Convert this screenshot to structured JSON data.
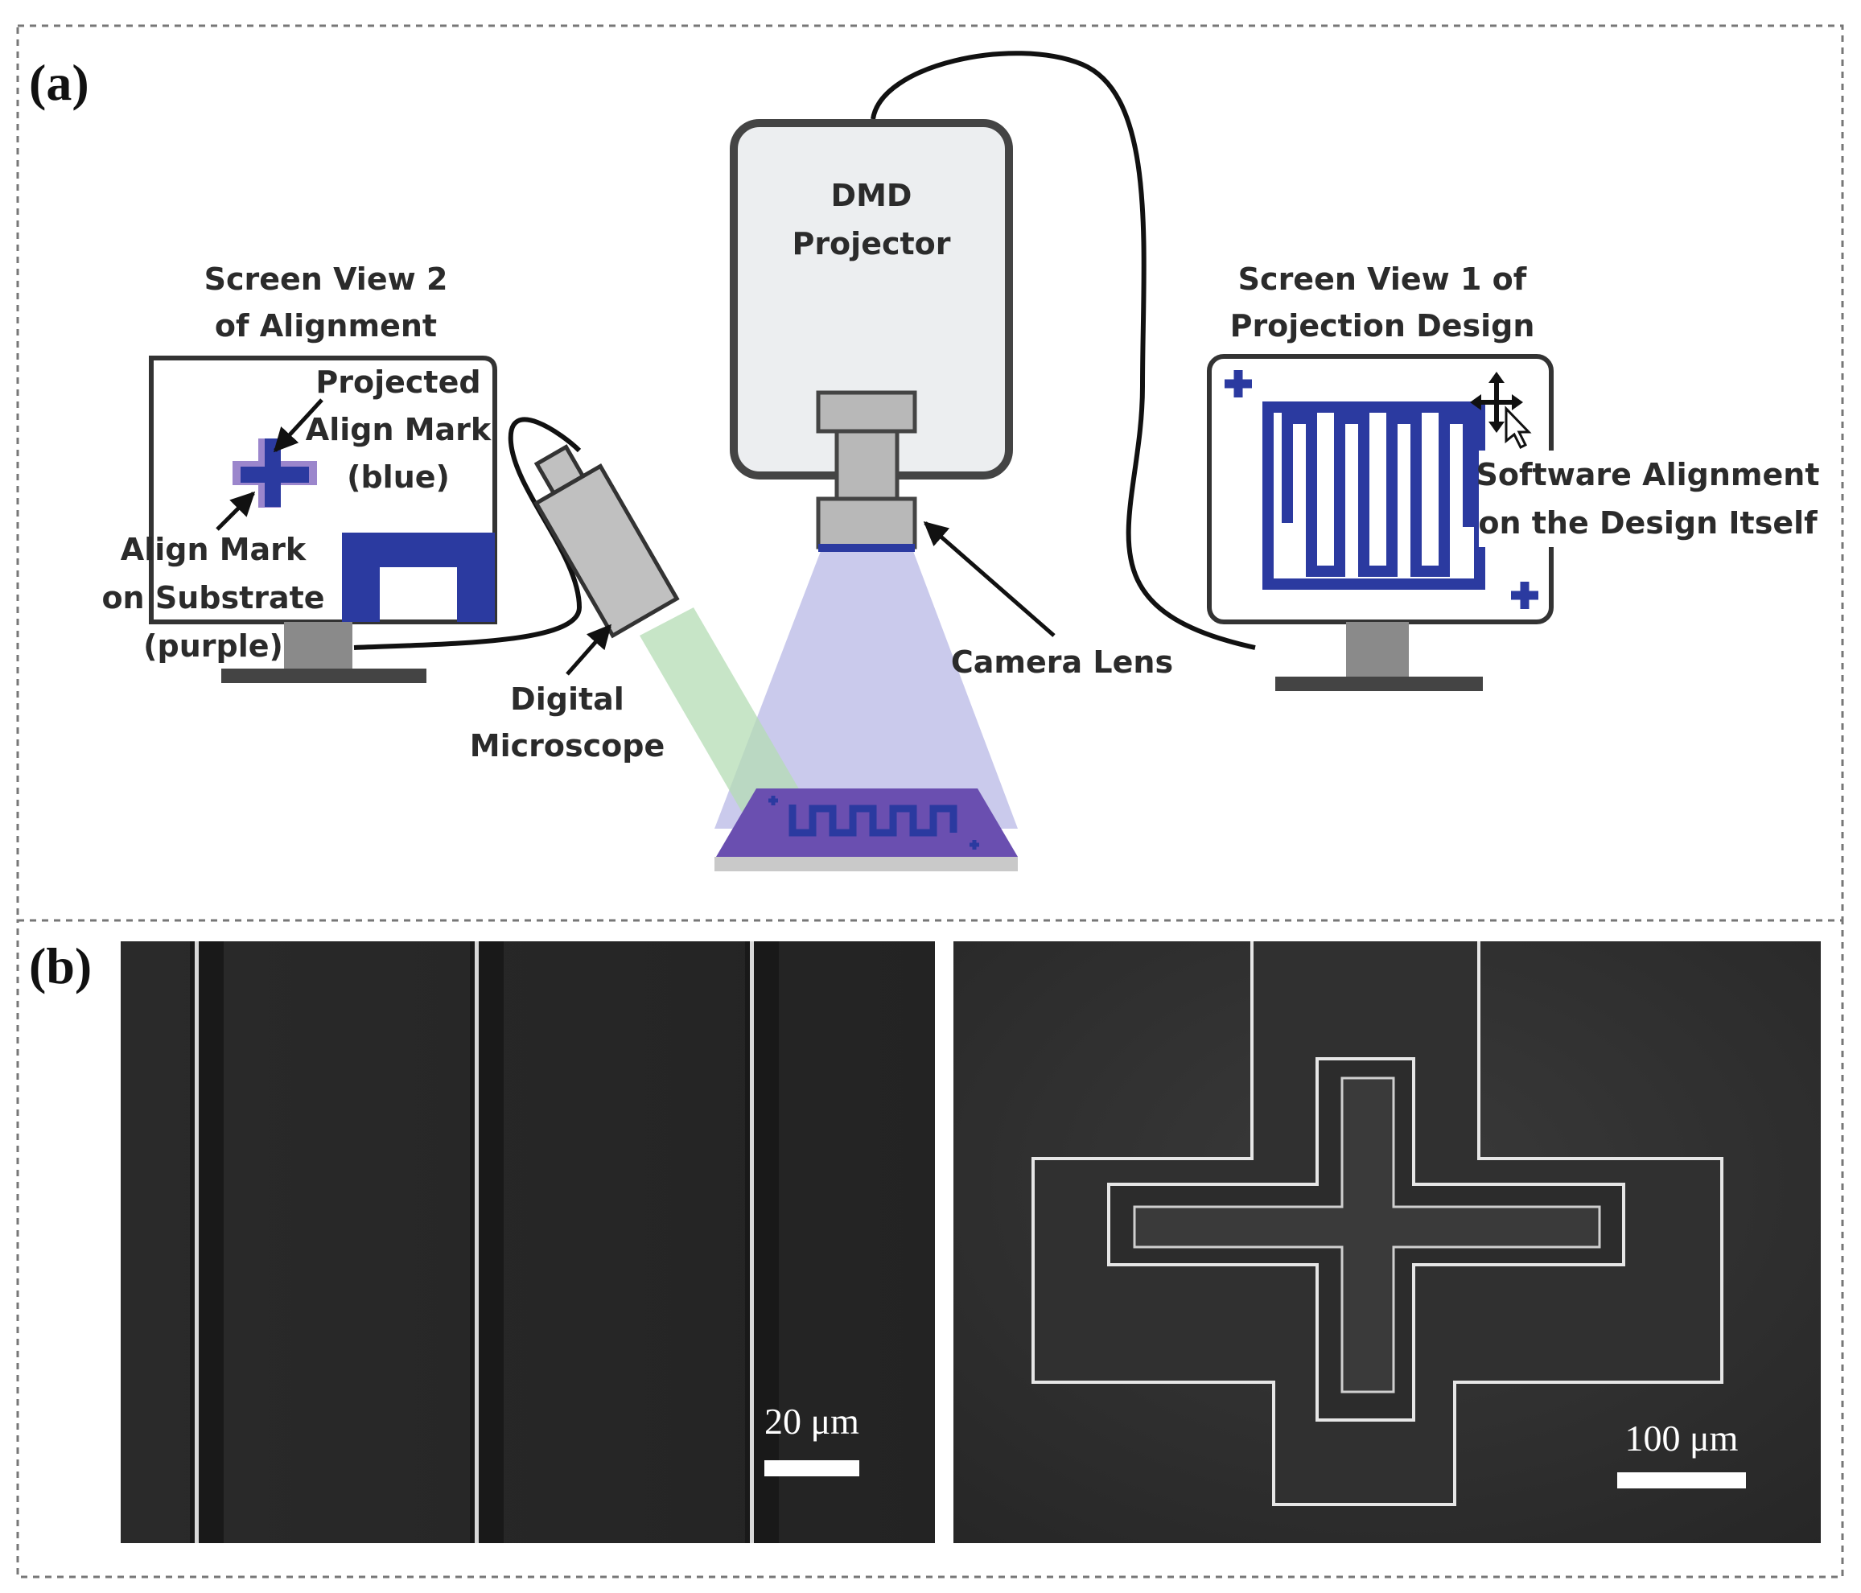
{
  "panel_a": {
    "label": "(a)",
    "projector": {
      "line1": "DMD",
      "line2": "Projector"
    },
    "screen_view_2": {
      "line1": "Screen View 2",
      "line2": "of Alignment"
    },
    "screen_view_1": {
      "line1": "Screen View 1 of",
      "line2": "Projection Design"
    },
    "projected_mark": {
      "line1": "Projected",
      "line2": "Align Mark",
      "line3": "(blue)"
    },
    "substrate_mark": {
      "line1": "Align Mark",
      "line2": "on Substrate",
      "line3": "(purple)"
    },
    "microscope": {
      "line1": "Digital",
      "line2": "Microscope"
    },
    "camera_lens": "Camera Lens",
    "software": {
      "line1": "Software Alignment",
      "line2": "on the Design Itself"
    }
  },
  "panel_b": {
    "label": "(b)",
    "left_scale": "20 μm",
    "right_scale": "100 μm"
  },
  "colors": {
    "design_blue": "#2b3aa0",
    "substrate_purple": "#6a4fb0",
    "projection_light": "#b8b8e6",
    "microscope_light": "#b4dcb4",
    "sem_background": "#262626"
  }
}
